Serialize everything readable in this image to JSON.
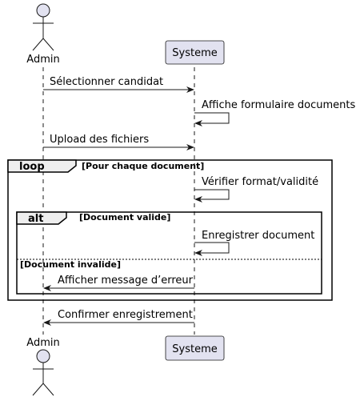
{
  "participants": {
    "actor_top": "Admin",
    "actor_bottom": "Admin",
    "system_top": "Systeme",
    "system_bottom": "Systeme"
  },
  "messages": [
    "Sélectionner candidat",
    "Affiche formulaire documents",
    "Upload des fichiers",
    "Vérifier format/validité",
    "Enregistrer document",
    "Afficher message d’erreur",
    "Confirmer enregistrement"
  ],
  "loop": {
    "keyword": "loop",
    "guard": "[Pour chaque document]"
  },
  "alt": {
    "keyword": "alt",
    "guard_if": "[Document valide]",
    "guard_else": "[Document invalide]"
  }
}
